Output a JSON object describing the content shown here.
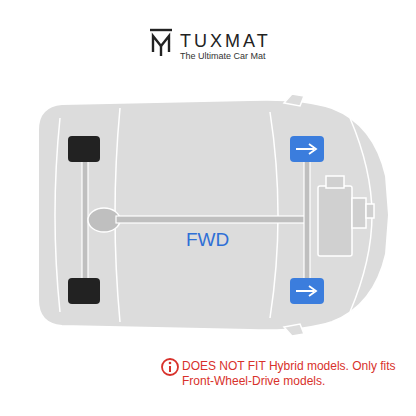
{
  "diagram": {
    "labels": [
      "TUXMAT",
      "The Ultimate Car Mat",
      "FWD",
      "DOES NOT FIT Hybrid models. Only fits Front-Wheel-Drive models."
    ]
  }
}
